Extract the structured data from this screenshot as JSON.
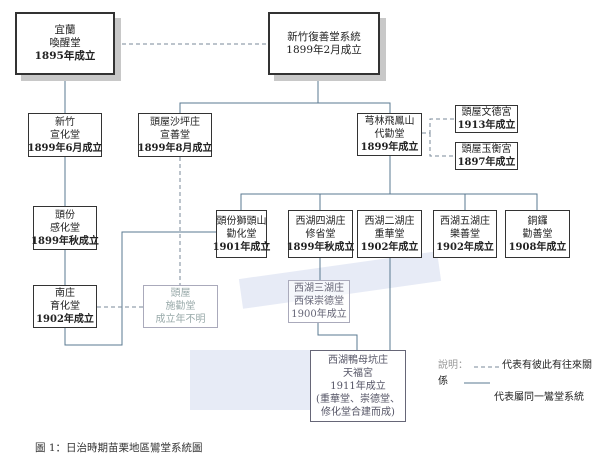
{
  "nodes": {
    "yilan": [
      "宜蘭",
      "喚醒堂",
      "1895年成立"
    ],
    "hsinchu_root": [
      "新竹復善堂系統",
      "1899年2月成立"
    ],
    "hsinchu_xuanhua": [
      "新竹",
      "宣化堂",
      "1899年6月成立"
    ],
    "touwu_shaping": [
      "頭屋沙坪庄",
      "宣善堂",
      "1899年8月成立"
    ],
    "qionglin": [
      "芎林飛鳳山",
      "代勸堂",
      "1899年成立"
    ],
    "wende": [
      "頭屋文德宮",
      "1913年成立"
    ],
    "yuheng": [
      "頭屋玉衡宮",
      "1897年成立"
    ],
    "toufen_ganhua": [
      "頭份",
      "感化堂",
      "1899年秋成立"
    ],
    "nanzhuang": [
      "南庄",
      "育化堂",
      "1902年成立"
    ],
    "touwu_shiquan": [
      "頭屋",
      "施勸堂",
      "成立年不明"
    ],
    "shitoushan": [
      "頭份獅頭山",
      "勸化堂",
      "1901年成立"
    ],
    "sihu": [
      "西湖四湖庄",
      "修省堂",
      "1899年秋成立"
    ],
    "erhu": [
      "西湖二湖庄",
      "重華堂",
      "1902年成立"
    ],
    "wuhu": [
      "西湖五湖庄",
      "樂善堂",
      "1902年成立"
    ],
    "tongluo": [
      "銅鑼",
      "勸善堂",
      "1908年成立"
    ],
    "sanhu": [
      "西湖三湖庄",
      "西保崇德堂",
      "1900年成立"
    ],
    "yamukeng": [
      "西湖鴨母坑庄",
      "天福宮",
      "1911年成立",
      "(重華堂、崇德堂、",
      "修化堂合建而成)"
    ]
  },
  "legend": {
    "title": "說明：",
    "dashed": "代表有彼此有往來關係",
    "solid": "代表屬同一鸞堂系統"
  },
  "caption": "圖 1：日治時期苗栗地區鸞堂系統圖",
  "colors": {
    "line": "#5a7890",
    "box_border": "#333333",
    "shadow": "#c8c8c8"
  }
}
